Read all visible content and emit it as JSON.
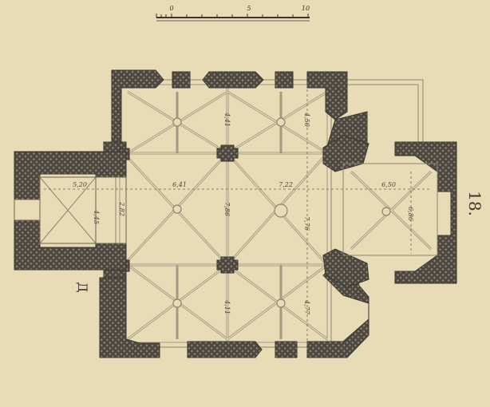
{
  "figure_number": "18.",
  "plan_letter": "Д",
  "scale_bar": {
    "labels": [
      "0",
      "5",
      "10"
    ]
  },
  "dimensions": {
    "tower_width": "5,20",
    "tower_depth": "4,45",
    "tower_passage": "2,82",
    "nave_bay_1": "6,41",
    "nave_bay_2": "7,22",
    "apse_width": "6,50",
    "apse_depth": "6,86",
    "aisle_north": "4,50",
    "nave_span": "7,76",
    "aisle_south": "4,77",
    "pier_north": "4,41",
    "pier_mid": "7,86",
    "pier_south": "4,11"
  }
}
